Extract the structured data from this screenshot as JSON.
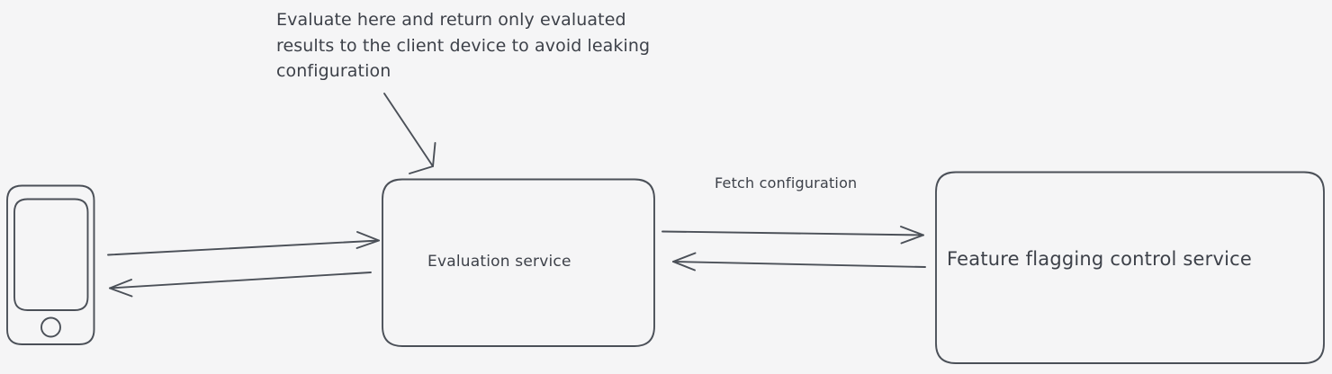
{
  "diagram": {
    "background_color": "#f5f5f6",
    "stroke_color": "#4b5058",
    "text_color": "#3d4149",
    "annotation": {
      "line1": "Evaluate here and return only evaluated",
      "line2": "results to the client device to avoid leaking",
      "line3": "configuration"
    },
    "nodes": [
      {
        "id": "client-device",
        "label": "",
        "shape": "mobile-phone"
      },
      {
        "id": "evaluation-service",
        "label": "Evaluation service",
        "shape": "rounded-rectangle"
      },
      {
        "id": "feature-flagging-control-service",
        "label": "Feature flagging control service",
        "shape": "rounded-rectangle"
      }
    ],
    "edges": [
      {
        "id": "client-to-evaluation",
        "label": "",
        "from": "client-device",
        "to": "evaluation-service",
        "direction": "right"
      },
      {
        "id": "evaluation-to-client",
        "label": "",
        "from": "evaluation-service",
        "to": "client-device",
        "direction": "left"
      },
      {
        "id": "evaluation-to-control",
        "label": "Fetch configuration",
        "from": "evaluation-service",
        "to": "feature-flagging-control-service",
        "direction": "right"
      },
      {
        "id": "control-to-evaluation",
        "label": "",
        "from": "feature-flagging-control-service",
        "to": "evaluation-service",
        "direction": "left"
      }
    ],
    "annotation_pointer": {
      "id": "annotation-arrow",
      "target": "evaluation-service"
    }
  }
}
